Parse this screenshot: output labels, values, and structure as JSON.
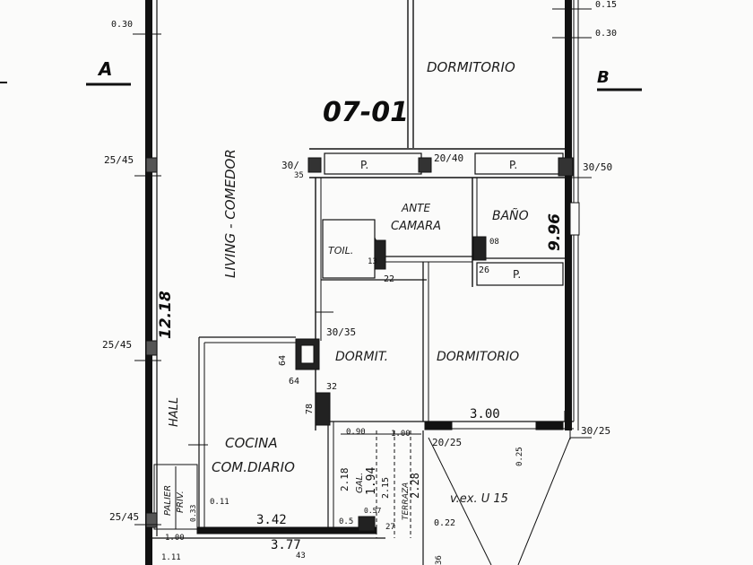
{
  "plan": {
    "unit_code": "07-01",
    "section_left": "A",
    "section_right": "B",
    "rooms": {
      "dormitorio_top": "DORMITORIO",
      "living": "LIVING - COMEDOR",
      "ante_1": "ANTE",
      "ante_2": "CAMARA",
      "bano": "BAÑO",
      "toil": "TOIL.",
      "dormit": "DORMIT.",
      "dormitorio_mid": "DORMITORIO",
      "hall": "HALL",
      "cocina_1": "COCINA",
      "cocina_2": "COM.DIARIO",
      "palier_1": "PALIER",
      "palier_2": "PRIV.",
      "terraza": "TERRAZA",
      "vent": "v.ex. U 15",
      "gal": "GAL."
    },
    "closets": {
      "p1": "P.",
      "p2": "P.",
      "p3": "P."
    },
    "dimensions": {
      "d_030_left": "0.30",
      "d_015_right": "0.15",
      "d_030_right": "0.30",
      "col_25_45_a": "25/45",
      "col_25_45_b": "25/45",
      "col_25_45_c": "25/45",
      "col_30_35_a": "30/",
      "col_30_35_b": "35",
      "col_20_40": "20/40",
      "col_30_50": "30/50",
      "len_1218": "12.18",
      "len_996": "9.96",
      "d_13": "13",
      "d_22": "22",
      "d_26": "26",
      "d_08": "08",
      "col_30_35_mid": "30/35",
      "d_64_a": "64",
      "d_64_b": "64",
      "d_32": "32",
      "d_78": "78",
      "len_300": "3.00",
      "col_30_25": "30/25",
      "col_20_25": "20/25",
      "d_025": "0.25",
      "d_090": "0.90",
      "d_100": "1.00",
      "d_218": "2.18",
      "d_194": "1.94",
      "d_215": "2.15",
      "d_228": "2.28",
      "d_022": "0.22",
      "d_011": "0.11",
      "d_033": "0.33",
      "len_342": "3.42",
      "d_100b": "1.00",
      "len_377": "3.77",
      "d_057": "0.57",
      "d_05": "0.5",
      "d_27": "27",
      "d_36": "36",
      "d_11": "1.11",
      "d_43": "43"
    }
  }
}
